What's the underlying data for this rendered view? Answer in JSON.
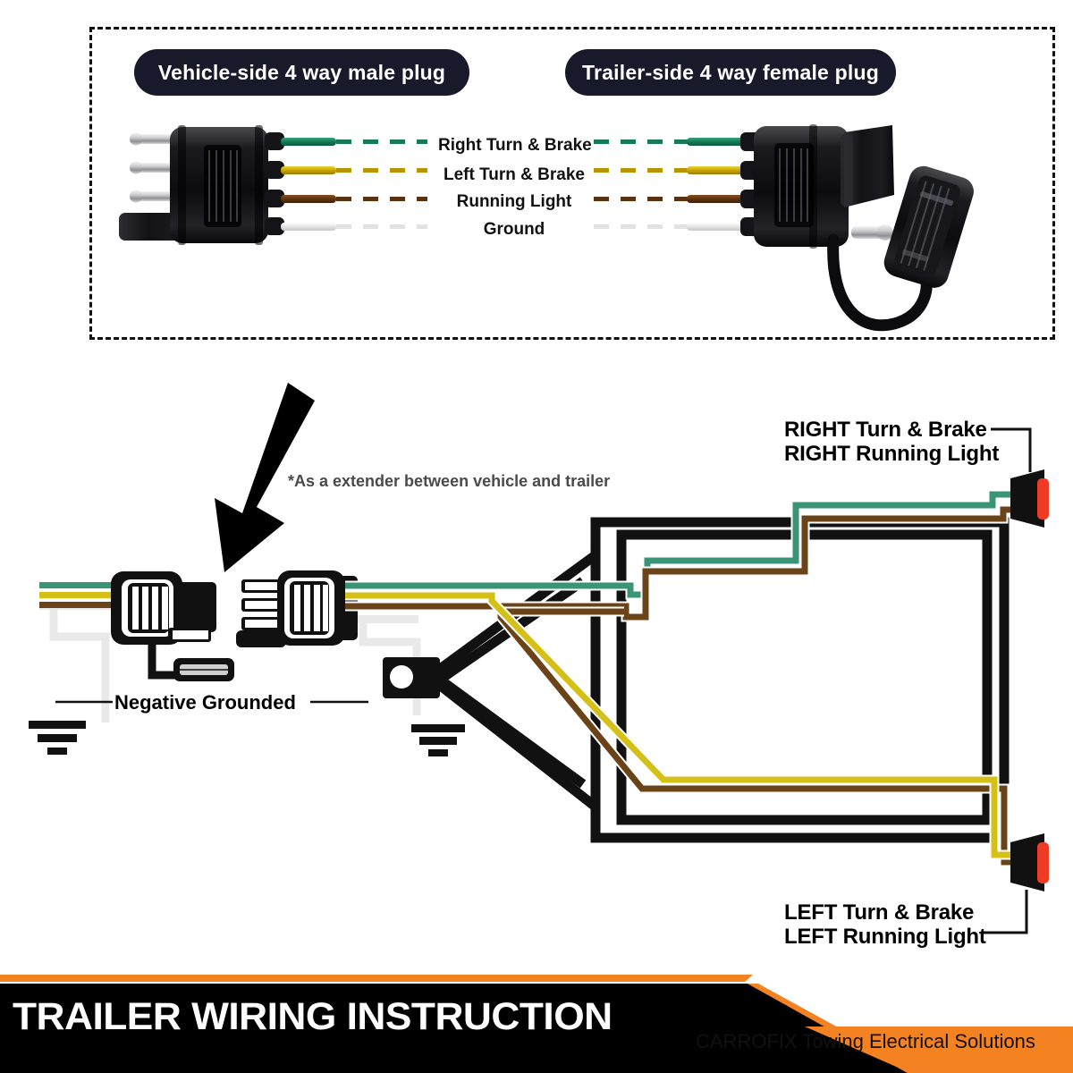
{
  "diagram": {
    "title": "Trailer Wiring Instruction",
    "top_panel": {
      "badges": {
        "vehicle_side": "Vehicle-side 4 way male plug",
        "trailer_side": "Trailer-side 4 way female plug"
      },
      "wire_legend": [
        {
          "label": "Right Turn & Brake",
          "color": "#1f7a5c",
          "function": "right-turn-brake"
        },
        {
          "label": "Left Turn & Brake",
          "color": "#c8a800",
          "function": "left-turn-brake"
        },
        {
          "label": "Running Light",
          "color": "#6b3b12",
          "function": "running-light"
        },
        {
          "label": "Ground",
          "color": "#e6e6e6",
          "function": "ground"
        }
      ]
    },
    "lower_panel": {
      "extender_note": "*As a extender between vehicle and trailer",
      "ground_label": "Negative Grounded",
      "right_lamp_label_line1": "RIGHT Turn & Brake",
      "right_lamp_label_line2": "RIGHT Running Light",
      "left_lamp_label_line1": "LEFT Turn & Brake",
      "left_lamp_label_line2": "LEFT Running Light"
    },
    "banner": {
      "title": "TRAILER WIRING INSTRUCTION",
      "subtitle": "CARROFIX Towing Electrical Solutions",
      "accent_color": "#F58220",
      "background_color": "#000000"
    },
    "colors": {
      "green": "#3a9577",
      "yellow": "#d4c017",
      "brown": "#6b4318",
      "white_wire": "#e9e9e9",
      "frame": "#111111",
      "lens_red": "#ef3b24",
      "badge_bg": "#181a2b"
    }
  }
}
